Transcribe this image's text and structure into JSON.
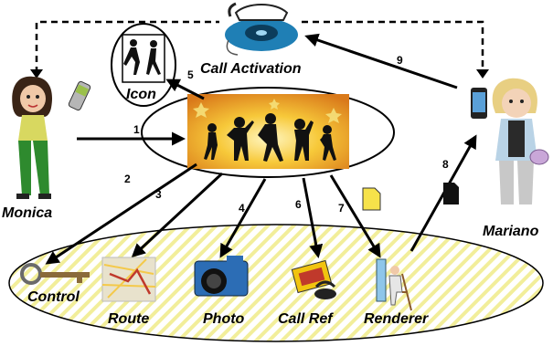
{
  "nodes": {
    "call_activation": "Call Activation",
    "icon": "Icon",
    "monica": "Monica",
    "mariano": "Mariano",
    "control": "Control",
    "route": "Route",
    "photo": "Photo",
    "call_ref": "Call Ref",
    "renderer": "Renderer"
  },
  "steps": {
    "s1": "1",
    "s2": "2",
    "s3": "3",
    "s4": "4",
    "s5": "5",
    "s6": "6",
    "s7": "7",
    "s8": "8",
    "s9": "9"
  },
  "icons": {
    "telephone": "telephone-icon",
    "dancers": "dancers-icon",
    "mobile_phone": "mobile-phone-icon",
    "smartphone": "smartphone-icon",
    "key": "key-icon",
    "map": "map-icon",
    "camera": "camera-icon",
    "ticket": "ticket-phone-icon",
    "painter": "painter-icon",
    "document": "document-icon",
    "sim_card": "sim-card-icon"
  },
  "colors": {
    "stripe": "#f2ee9a",
    "dancer_bg": "#f5b62a",
    "phone_blue": "#1f7fb5"
  }
}
